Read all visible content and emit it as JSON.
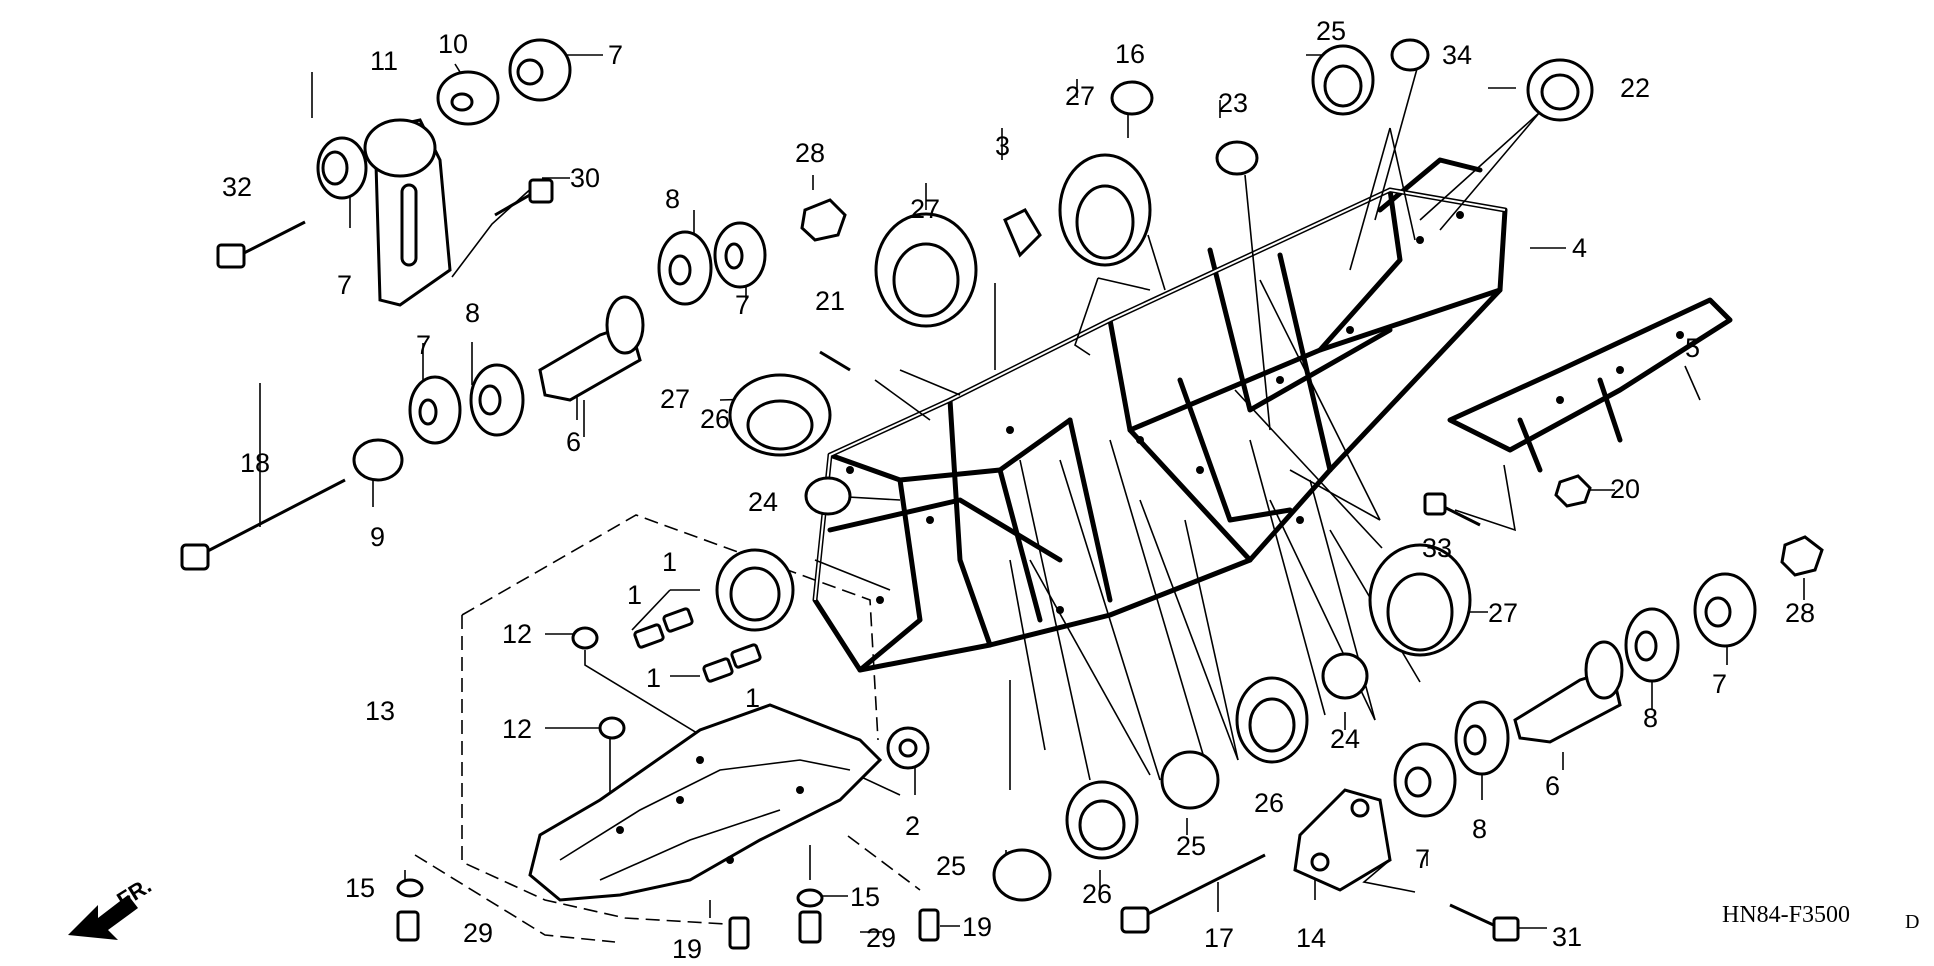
{
  "diagram": {
    "callouts": [
      "1",
      "1",
      "1",
      "1",
      "2",
      "3",
      "4",
      "5",
      "6",
      "6",
      "7",
      "7",
      "7",
      "7",
      "7",
      "7",
      "8",
      "8",
      "8",
      "8",
      "9",
      "10",
      "11",
      "12",
      "12",
      "13",
      "14",
      "15",
      "15",
      "16",
      "17",
      "18",
      "19",
      "19",
      "20",
      "21",
      "22",
      "23",
      "24",
      "24",
      "25",
      "25",
      "25",
      "26",
      "26",
      "26",
      "27",
      "27",
      "27",
      "27",
      "28",
      "28",
      "29",
      "29",
      "30",
      "31",
      "32",
      "33",
      "34"
    ],
    "drawing_code": "HN84-F3500",
    "revision_mark": "D",
    "direction_label": "FR."
  }
}
